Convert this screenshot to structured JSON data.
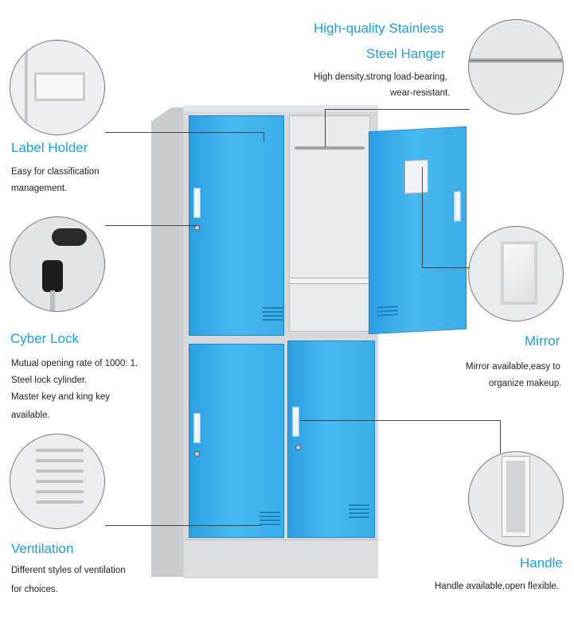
{
  "features": {
    "hanger": {
      "title_line1": "High-quality Stainless",
      "title_line2": "Steel Hanger",
      "desc_line1": "High density,strong load-bearing,",
      "desc_line2": "wear-resistant.",
      "icon": "hanger-rod-icon"
    },
    "label_holder": {
      "title": "Label Holder",
      "desc_line1": "Easy for classification",
      "desc_line2": "management.",
      "icon": "label-holder-icon"
    },
    "cyber_lock": {
      "title": "Cyber Lock",
      "desc_line1": "Mutual opening rate of 1000: 1.",
      "desc_line2": "Steel lock cylinder.",
      "desc_line3": "Master key and king key",
      "desc_line4": "available.",
      "icon": "key-lock-icon"
    },
    "mirror": {
      "title": "Mirror",
      "desc_line1": "Mirror available,easy to",
      "desc_line2": "organize makeup.",
      "icon": "mirror-icon"
    },
    "ventilation": {
      "title": "Ventilation",
      "desc_line1": "Different styles of ventilation",
      "desc_line2": "for choices.",
      "icon": "vent-icon"
    },
    "handle": {
      "title": "Handle",
      "desc_line1": "Handle available,open flexible.",
      "icon": "handle-icon"
    }
  },
  "colors": {
    "accent": "#1aa0dc",
    "door_blue": "#3aaeea",
    "cabinet_grey": "#d7d9dc"
  }
}
